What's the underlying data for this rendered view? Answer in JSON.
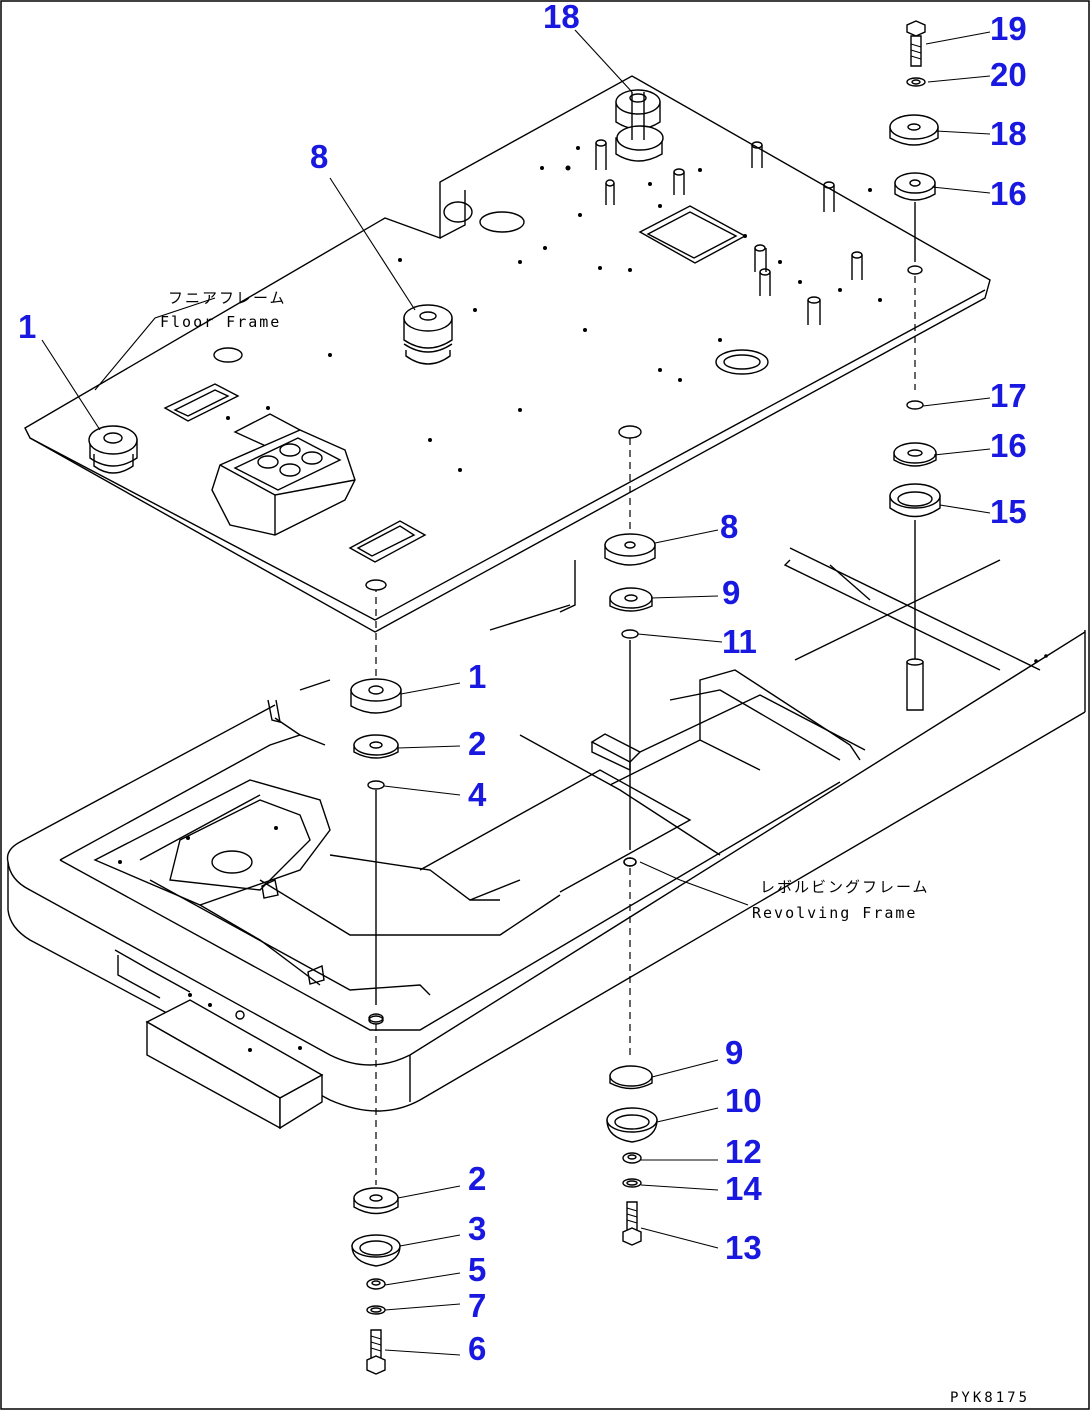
{
  "callouts": {
    "c1_top": "1",
    "c8_top": "8",
    "c18_top": "18",
    "c19": "19",
    "c20": "20",
    "c18_right": "18",
    "c16_right_top": "16",
    "c17": "17",
    "c16_right_mid": "16",
    "c15": "15",
    "c8_mid": "8",
    "c9_mid": "9",
    "c11": "11",
    "c1_left": "1",
    "c2_left": "2",
    "c4": "4",
    "c9_low": "9",
    "c10": "10",
    "c12": "12",
    "c14": "14",
    "c13": "13",
    "c2_low": "2",
    "c3": "3",
    "c5": "5",
    "c7": "7",
    "c6": "6"
  },
  "labels": {
    "floor_frame_jp": "フニアフレーム",
    "floor_frame_en": "Floor Frame",
    "revolving_frame_jp": "レボルビングフレーム",
    "revolving_frame_en": "Revolving Frame"
  },
  "drawing_code": "PYK8175"
}
